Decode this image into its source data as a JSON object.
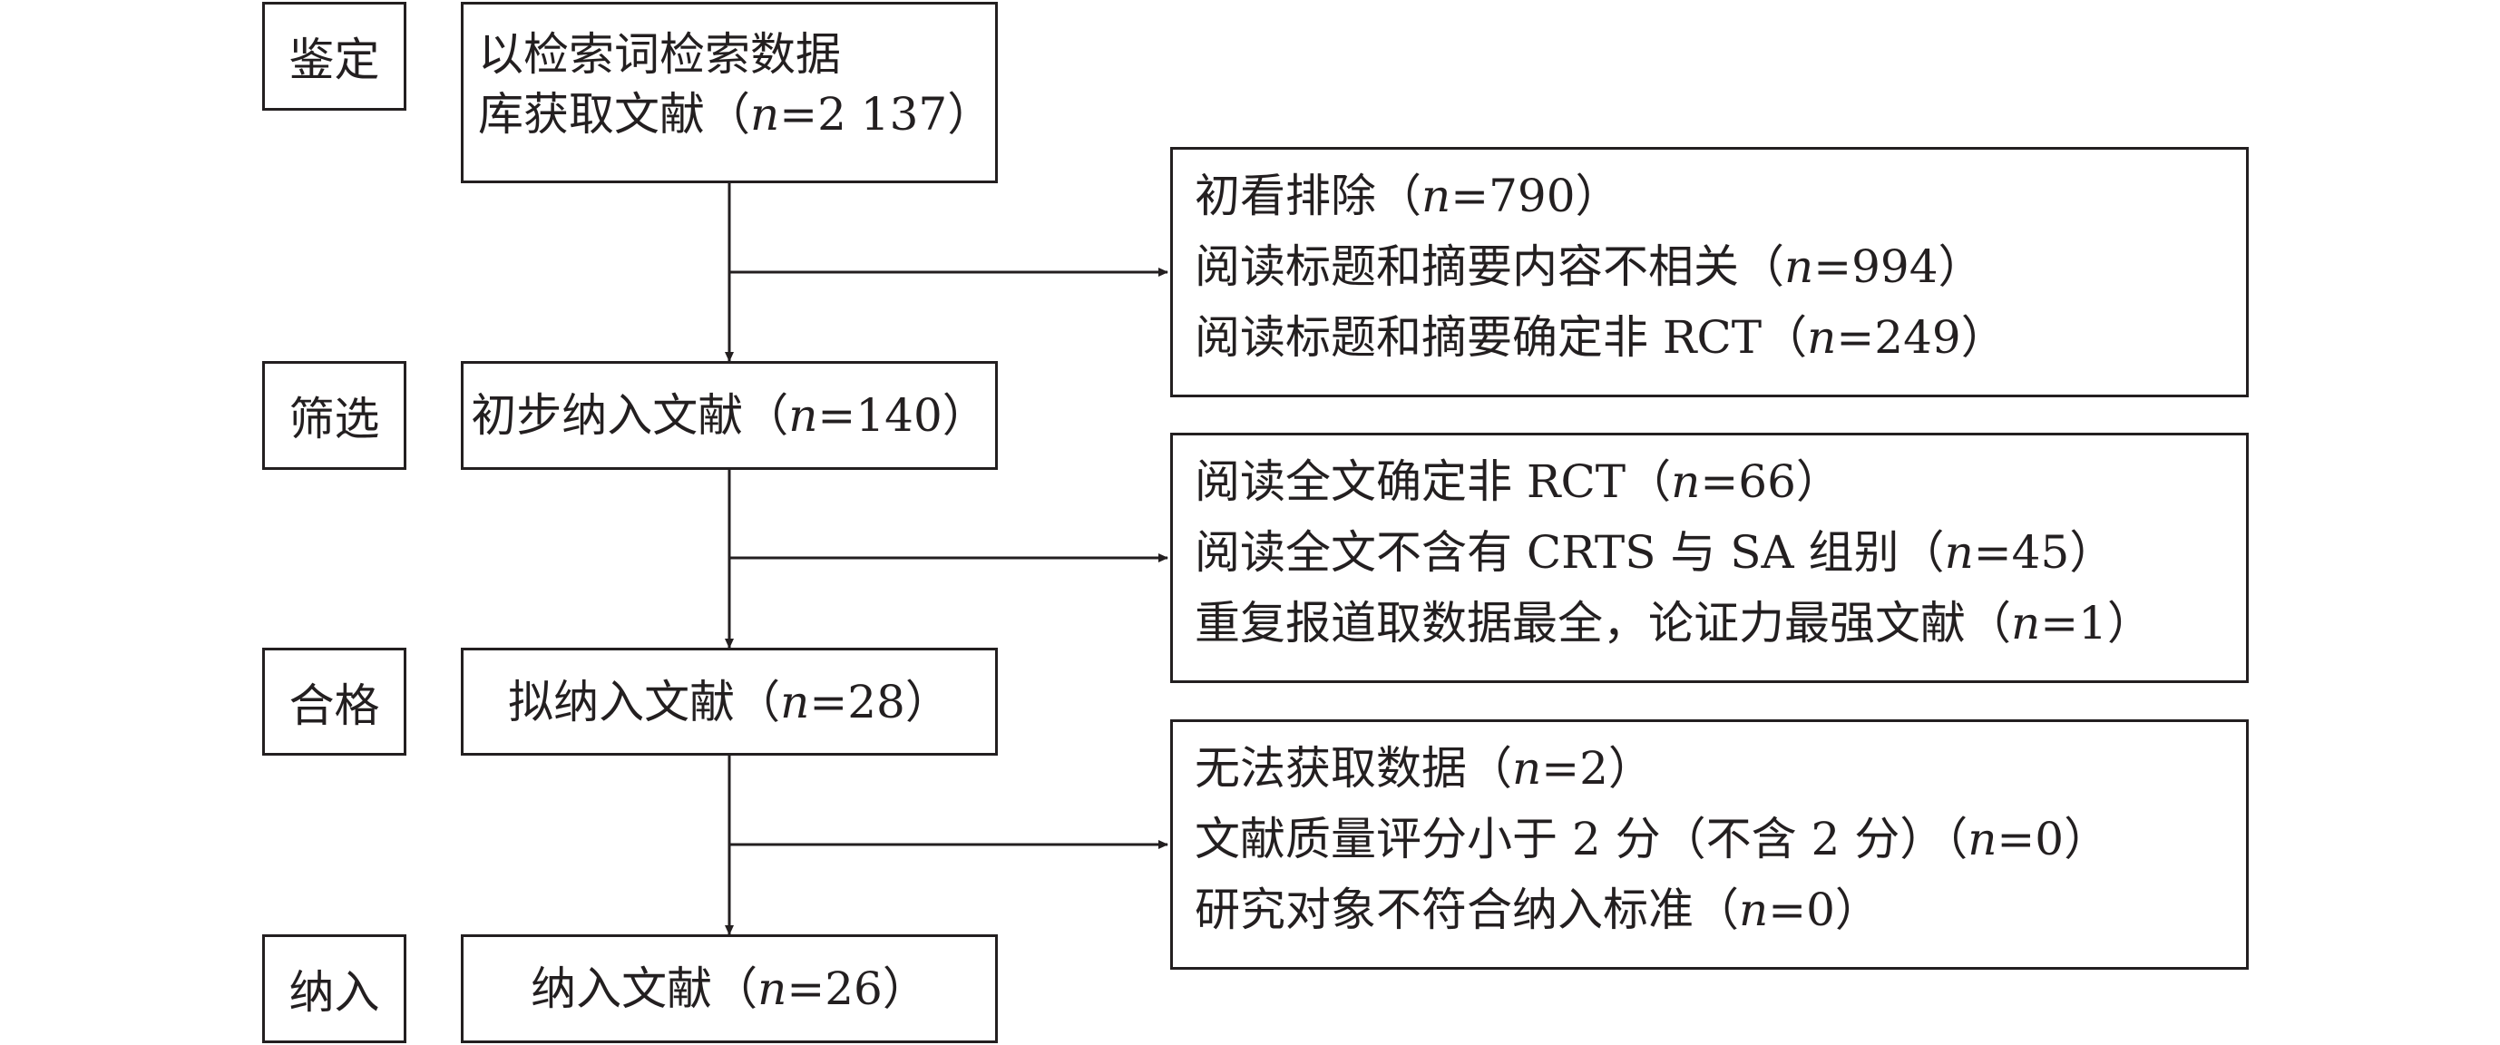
{
  "stages": [
    "鉴定",
    "筛选",
    "合格",
    "纳入"
  ],
  "main_boxes": [
    {
      "lines": [
        {
          "pre": "以检索词检索数据",
          "n": "",
          "post": ""
        },
        {
          "pre": "库获取文献（",
          "n": "n",
          "post": "=2 137）"
        }
      ]
    },
    {
      "lines": [
        {
          "pre": "初步纳入文献（",
          "n": "n",
          "post": "=140）"
        }
      ]
    },
    {
      "lines": [
        {
          "pre": "拟纳入文献（",
          "n": "n",
          "post": "=28）"
        }
      ]
    },
    {
      "lines": [
        {
          "pre": "纳入文献（",
          "n": "n",
          "post": "=26）"
        }
      ]
    }
  ],
  "exclusion_boxes": [
    {
      "lines": [
        {
          "pre": "初看排除（",
          "n": "n",
          "post": "=790）"
        },
        {
          "pre": "阅读标题和摘要内容不相关（",
          "n": "n",
          "post": "=994）"
        },
        {
          "pre": "阅读标题和摘要确定非 RCT（",
          "n": "n",
          "post": "=249）"
        }
      ]
    },
    {
      "lines": [
        {
          "pre": "阅读全文确定非 RCT（",
          "n": "n",
          "post": "=66）"
        },
        {
          "pre": "阅读全文不含有 CRTS 与 SA 组别（",
          "n": "n",
          "post": "=45）"
        },
        {
          "pre": "重复报道取数据最全，论证力最强文献（",
          "n": "n",
          "post": "=1）"
        }
      ]
    },
    {
      "lines": [
        {
          "pre": "无法获取数据（",
          "n": "n",
          "post": "=2）"
        },
        {
          "pre": "文献质量评分小于 2 分（不含 2 分）（",
          "n": "n",
          "post": "=0）"
        },
        {
          "pre": "研究对象不符合纳入标准（",
          "n": "n",
          "post": "=0）"
        }
      ]
    }
  ]
}
